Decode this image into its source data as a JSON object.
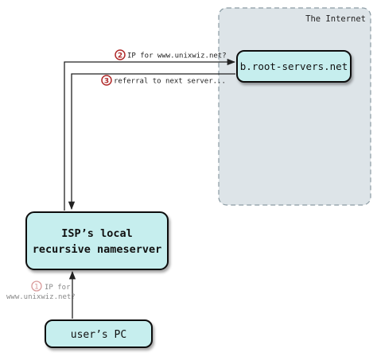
{
  "internet_region": {
    "label": "The Internet",
    "fill": "#dde4e8",
    "border": "#8b9ba3"
  },
  "nodes": {
    "root_server": {
      "label": "b.root-servers.net"
    },
    "isp_nameserver": {
      "line1": "ISP’s local",
      "line2": "recursive nameserver"
    },
    "users_pc": {
      "label": "user’s PC"
    }
  },
  "node_fill": "#c6eeee",
  "steps": [
    {
      "number": "1",
      "text_line1": "IP for",
      "text_line2": "www.unixwiz.net?",
      "faded": true
    },
    {
      "number": "2",
      "text": "IP for www.unixwiz.net?"
    },
    {
      "number": "3",
      "text": "referral to next server..."
    }
  ],
  "colors": {
    "step_badge": "#b02a2a",
    "step_badge_faded": "#d99a9a",
    "text_faded": "#999999"
  }
}
